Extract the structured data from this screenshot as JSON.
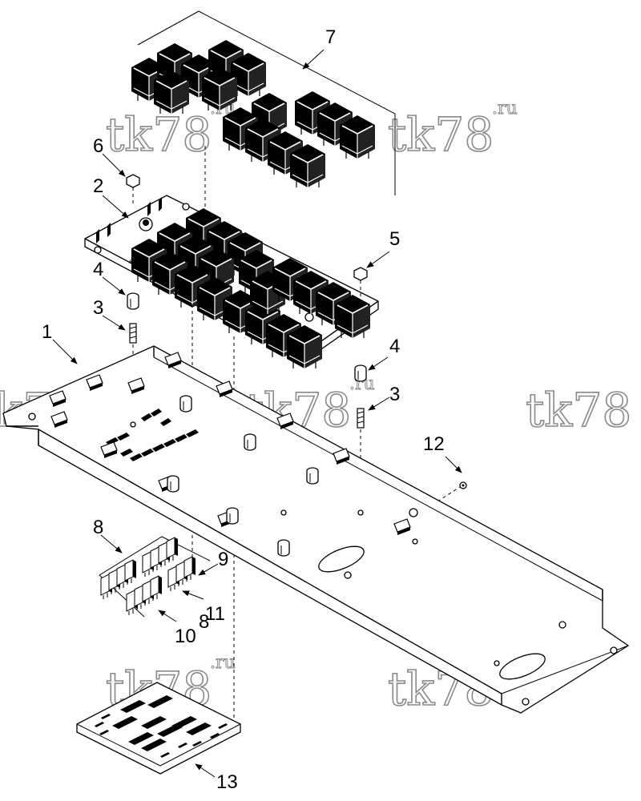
{
  "callouts": [
    {
      "id": "1",
      "label": "1"
    },
    {
      "id": "2",
      "label": "2"
    },
    {
      "id": "3a",
      "label": "3"
    },
    {
      "id": "3b",
      "label": "3"
    },
    {
      "id": "4a",
      "label": "4"
    },
    {
      "id": "4b",
      "label": "4"
    },
    {
      "id": "5",
      "label": "5"
    },
    {
      "id": "6",
      "label": "6"
    },
    {
      "id": "7",
      "label": "7"
    },
    {
      "id": "8a",
      "label": "8"
    },
    {
      "id": "8b",
      "label": "8"
    },
    {
      "id": "9",
      "label": "9"
    },
    {
      "id": "10",
      "label": "10"
    },
    {
      "id": "11",
      "label": "11"
    },
    {
      "id": "12",
      "label": "12"
    },
    {
      "id": "13",
      "label": "13"
    }
  ],
  "watermark": {
    "text": "tk78",
    "suffix": ".ru"
  }
}
